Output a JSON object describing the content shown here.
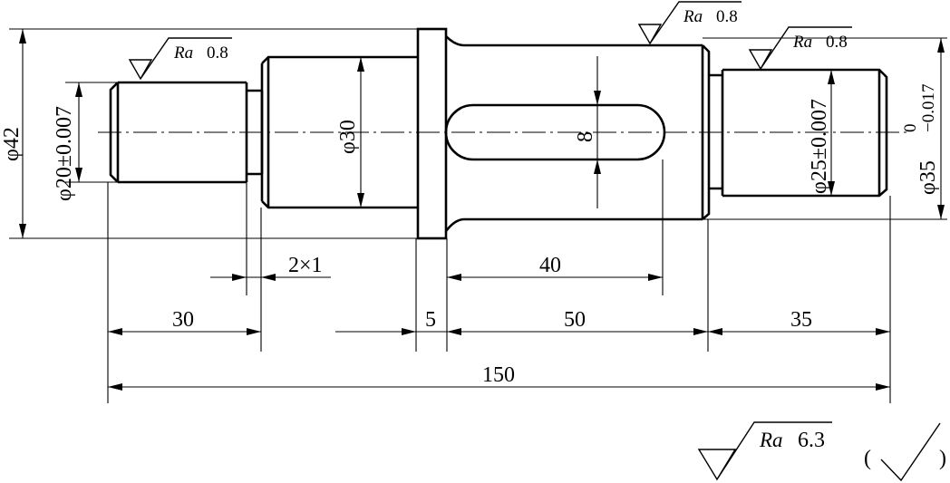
{
  "diameters": {
    "d42": "φ42",
    "d20": "φ20±0.007",
    "d30": "φ30",
    "d25": "φ25±0.007",
    "d35": "φ35",
    "d35_tol_upper": "0",
    "d35_tol_lower": "−0.017"
  },
  "lengths": {
    "l30": "30",
    "l5": "5",
    "l50": "50",
    "l35": "35",
    "l150": "150",
    "l40": "40",
    "groove": "2×1",
    "key_width": "8"
  },
  "roughness": {
    "ra_symbol": "Ra",
    "ra_08": "0.8",
    "ra_63": "6.3",
    "rest_open": "(",
    "rest_close": ")"
  }
}
